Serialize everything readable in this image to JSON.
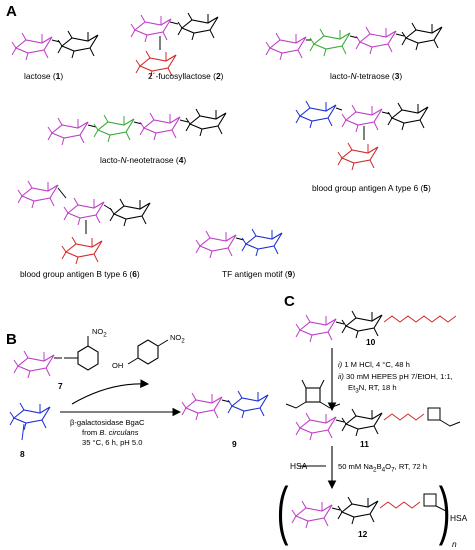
{
  "panels": {
    "a": "A",
    "b": "B",
    "c": "C"
  },
  "panel_a": {
    "c1": {
      "name": "lactose (",
      "num": "1",
      "close": ")"
    },
    "c2": {
      "name": "2´-fucosyllactose (",
      "num": "2",
      "close": ")"
    },
    "c3": {
      "name_a": "lacto-",
      "name_n": "N",
      "name_b": "-tetraose (",
      "num": "3",
      "close": ")"
    },
    "c4": {
      "name_a": "lacto-",
      "name_n": "N",
      "name_b": "-neotetraose (",
      "num": "4",
      "close": ")"
    },
    "c5": {
      "name": "blood group antigen A type 6 (",
      "num": "5",
      "close": ")"
    },
    "c6": {
      "name": "blood group antigen B type 6 (",
      "num": "6",
      "close": ")"
    },
    "c9": {
      "name": "TF antigen motif (",
      "num": "9",
      "close": ")"
    }
  },
  "panel_b": {
    "sub7": "7",
    "sub8": "8",
    "prod9": "9",
    "no2_top": "NO",
    "no2_top_sub": "2",
    "no2_right": "NO",
    "no2_right_sub": "2",
    "oh": "OH",
    "cond1_a": "β-galactosidase BgaC",
    "cond2_a": "from ",
    "cond2_b": "B. circulans",
    "cond3_a": "35 °C, 6 h, pH 5.0"
  },
  "panel_c": {
    "c10": "10",
    "c11": "11",
    "c12": "12",
    "step1_i": "i)",
    "step1_text": " 1 M HCl, 4 °C, 48 h",
    "step2_ii": "ii)",
    "step2_text": " 30 mM HEPES pH 7/EtOH, 1:1,",
    "step2_line2": "Et",
    "step2_line2_sub": "3",
    "step2_line2_b": "N, RT, 18 h",
    "step3_a": "50 mM Na",
    "step3_sub1": "2",
    "step3_b": "B",
    "step3_sub2": "4",
    "step3_c": "O",
    "step3_sub3": "7",
    "step3_d": ", RT, 72 h",
    "hsa_left": "HSA",
    "hsa_right": "HSA",
    "n": "n"
  },
  "colors": {
    "galactose": "#c03cc8",
    "glcnac": "#3aa83a",
    "galnac": "#1a2fd6",
    "fucose": "#d42a2a",
    "linker": "#d42a2a",
    "black": "#000000"
  },
  "icons": [
    "sugar-ring-icon",
    "reaction-arrow-icon",
    "benzene-ring-icon",
    "squarate-ring-icon"
  ]
}
